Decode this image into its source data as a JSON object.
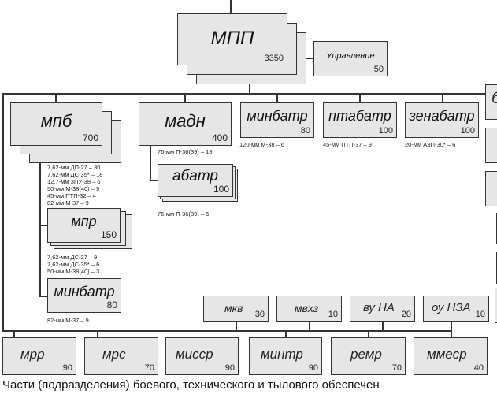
{
  "root": {
    "label": "МПП",
    "count": "3350"
  },
  "management": {
    "label": "Управление",
    "count": "50"
  },
  "units": [
    {
      "label": "мпб",
      "count": "700",
      "weapons": [
        "7,62-мм ДП-27 – 30",
        "7,62-мм ДС-35* – 18",
        "12,7-мм ЗПУ-38 – 6",
        "50-мм М-38(40) – 9",
        "45-мм ПТП-32 – 4",
        "82-мм М-37 – 9"
      ]
    },
    {
      "label": "мадн",
      "count": "400",
      "weapons": [
        "76-мм П-36(39) – 18"
      ]
    },
    {
      "label": "минбатр",
      "count": "80",
      "weapons": [
        "120-мм М-38 – 6"
      ]
    },
    {
      "label": "птабатр",
      "count": "100",
      "weapons": [
        "45-мм ПТП-37 – 9"
      ]
    },
    {
      "label": "зенабатр",
      "count": "100",
      "weapons": [
        "20-мм АЗП-30* – 6"
      ]
    },
    {
      "label": "б",
      "count": ""
    }
  ],
  "mpb_sub": [
    {
      "label": "мпр",
      "count": "150",
      "weapons": [
        "7,62-мм ДС-27 – 9",
        "7,62-мм ДС-35* – 6",
        "50-мм М-38(40) – 3"
      ]
    },
    {
      "label": "минбатр",
      "count": "80",
      "weapons": [
        "82-мм М-37 – 9"
      ]
    }
  ],
  "madn_sub": {
    "label": "абатр",
    "count": "100",
    "weapons": [
      "76-мм П-36(39) – 6"
    ]
  },
  "support_top": [
    {
      "label": "мкв",
      "count": "30"
    },
    {
      "label": "мвхз",
      "count": "10"
    },
    {
      "label": "ву НА",
      "count": "20"
    },
    {
      "label": "оу НЗА",
      "count": "10"
    }
  ],
  "support_bottom": [
    {
      "label": "мрр",
      "count": "90"
    },
    {
      "label": "мрс",
      "count": "70"
    },
    {
      "label": "мисср",
      "count": "90"
    },
    {
      "label": "минтр",
      "count": "90"
    },
    {
      "label": "ремр",
      "count": "70"
    },
    {
      "label": "ммеср",
      "count": "40"
    }
  ],
  "caption": "Части (подразделения) боевого, технического и тылового обеспечен"
}
